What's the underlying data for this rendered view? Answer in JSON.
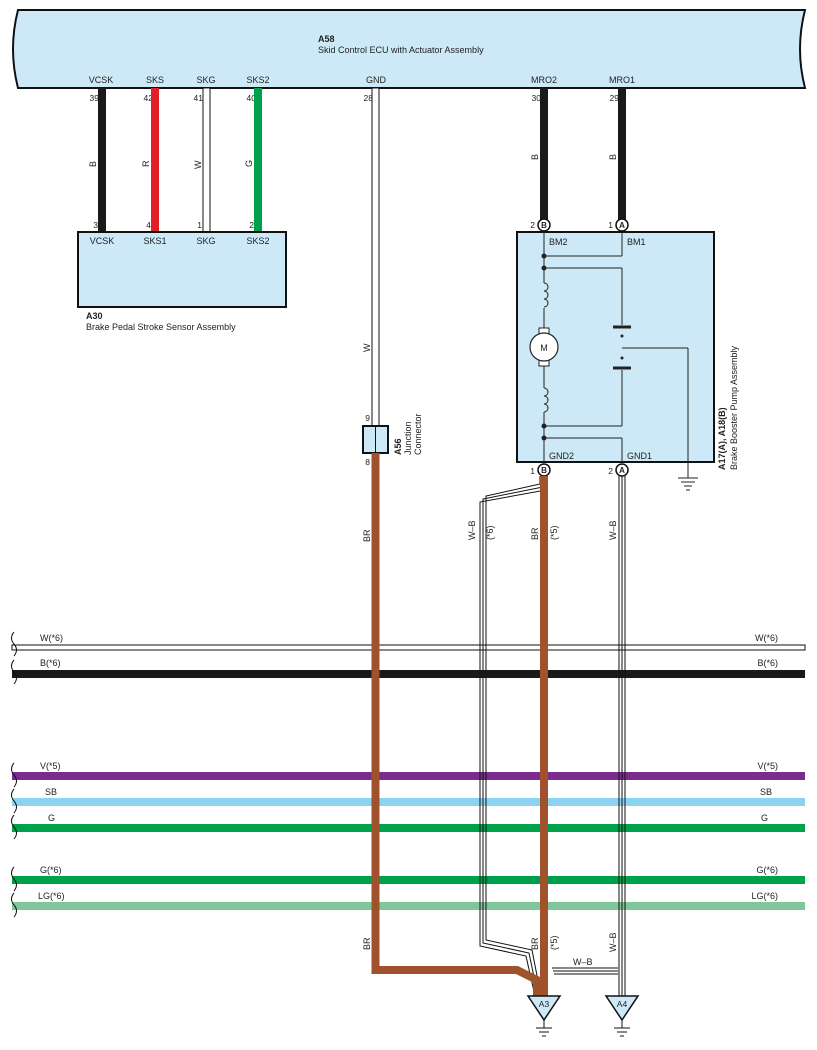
{
  "components": {
    "a58": {
      "code": "A58",
      "name": "Skid Control ECU with Actuator Assembly"
    },
    "a30": {
      "code": "A30",
      "name": "Brake Pedal Stroke Sensor Assembly"
    },
    "a56": {
      "code": "A56",
      "name_line1": "Junction",
      "name_line2": "Connector"
    },
    "a17": {
      "code": "A17(A), A18(B)",
      "name": "Brake Booster Pump Assembly"
    }
  },
  "a58_terminals": [
    {
      "label": "VCSK",
      "pin": "39"
    },
    {
      "label": "SKS",
      "pin": "42"
    },
    {
      "label": "SKG",
      "pin": "41"
    },
    {
      "label": "SKS2",
      "pin": "40"
    },
    {
      "label": "GND",
      "pin": "28"
    },
    {
      "label": "MRO2",
      "pin": "30"
    },
    {
      "label": "MRO1",
      "pin": "29"
    }
  ],
  "a30_terminals": [
    {
      "label": "VCSK",
      "pin": "3"
    },
    {
      "label": "SKS1",
      "pin": "4"
    },
    {
      "label": "SKG",
      "pin": "1"
    },
    {
      "label": "SKS2",
      "pin": "2"
    }
  ],
  "pump_terminals": {
    "bm2": {
      "label": "BM2",
      "pin": "2",
      "conn": "B"
    },
    "bm1": {
      "label": "BM1",
      "pin": "1",
      "conn": "A"
    },
    "gnd2": {
      "label": "GND2",
      "pin": "1",
      "conn": "B"
    },
    "gnd1": {
      "label": "GND1",
      "pin": "2",
      "conn": "A"
    },
    "motor": "M"
  },
  "junction_pins": {
    "top": "9",
    "bottom": "8"
  },
  "wire_colors": {
    "vcsk": "B",
    "sks": "R",
    "skg": "W",
    "sks2": "G",
    "gnd": "W",
    "mro2": "B",
    "mro1": "B",
    "junction_out": "BR",
    "gnd2_left": "W–B",
    "gnd2_left_note": "(*6)",
    "gnd2_mid": "BR",
    "gnd2_mid_note": "(*5)",
    "gnd1": "W–B",
    "bottom_br": "BR",
    "bottom_br_note": "(*5)",
    "bottom_wb": "W–B",
    "bottom_wb_h": "W–B"
  },
  "bus_wires": [
    {
      "label": "W(*6)",
      "color": "#ffffff"
    },
    {
      "label": "B(*6)",
      "color": "#1a1a1a"
    },
    {
      "label": "V(*5)",
      "color": "#7b2d8e"
    },
    {
      "label": "SB",
      "color": "#8ad4f2"
    },
    {
      "label": "G",
      "color": "#00a14b"
    },
    {
      "label": "G(*6)",
      "color": "#00a14b"
    },
    {
      "label": "LG(*6)",
      "color": "#7fc79a"
    }
  ],
  "grounds": {
    "a3": "A3",
    "a4": "A4"
  },
  "colors": {
    "box": "#cde9f8",
    "black": "#1a1a1a",
    "red": "#e21e26",
    "green": "#00a14b",
    "brown": "#a0522d"
  }
}
